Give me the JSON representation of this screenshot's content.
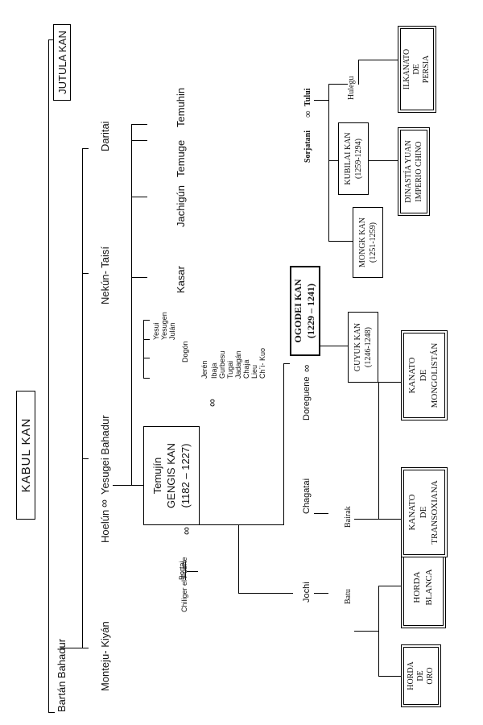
{
  "root": "KABUL KAN",
  "gen1": {
    "bartan": "Bartán Bahadur",
    "jutula": "JUTULA KAN"
  },
  "gen2": {
    "monteju": "Monteju- Kiyán",
    "hoelun": "Hoelún",
    "yesugei": "Yesugei Bahadur",
    "nekun": "Nekún- Taisí",
    "daritai": "Daritai"
  },
  "marriage_symbol": "∞",
  "genghis": {
    "name1": "Temujín",
    "name2": "GENGIS KAN",
    "years": "(1182 – 1227)"
  },
  "siblings": [
    "Kasar",
    "Jachigún",
    "Temuge",
    "Temuhin"
  ],
  "wives_group1": [
    "Yesui",
    "Yesugen",
    "Julán",
    "Dogón"
  ],
  "wives_group2": [
    "Jerén",
    "Ibaja",
    "Gurbesu",
    "Tugai",
    "Jadagán",
    "Chaja",
    "Lieu",
    "Ch´i- Kuo"
  ],
  "bortai": "Bortai",
  "chiliger": "Chiliger el Fuerte",
  "sons": {
    "jochi": "Jochi",
    "chagatai": "Chagatai",
    "doreguene": "Doreguene",
    "ogodei": "OGODEI KAN",
    "ogodei_years": "(1229 – 1241)",
    "sorjatani": "Sorjatani",
    "tului": "Tului"
  },
  "grandsons": {
    "batu": "Batu",
    "bairak": "Bairak",
    "guyuk": "GUYUK KAN",
    "guyuk_years": "(1246-1248)",
    "mongk": "MONGK KAN",
    "mongk_years": "(1251-1259)",
    "kubilai": "KUBILAI KAN",
    "kubilai_years": "(1259-1294)",
    "hulegu": "Hulegu"
  },
  "khanates": {
    "oro": [
      "HORDA",
      "DE",
      "ORO"
    ],
    "blanca": [
      "HORDA",
      "BLANCA"
    ],
    "transoxiana": [
      "KANATO",
      "DE",
      "TRANSOXIANA"
    ],
    "mongolistan": [
      "KANATO",
      "DE",
      "MONGOLISTÁN"
    ],
    "yuan": [
      "DINASTÍA YUAN",
      "IMPERIO CHINO"
    ],
    "persia": [
      "ILKANATO",
      "DE",
      "PERSIA"
    ]
  }
}
